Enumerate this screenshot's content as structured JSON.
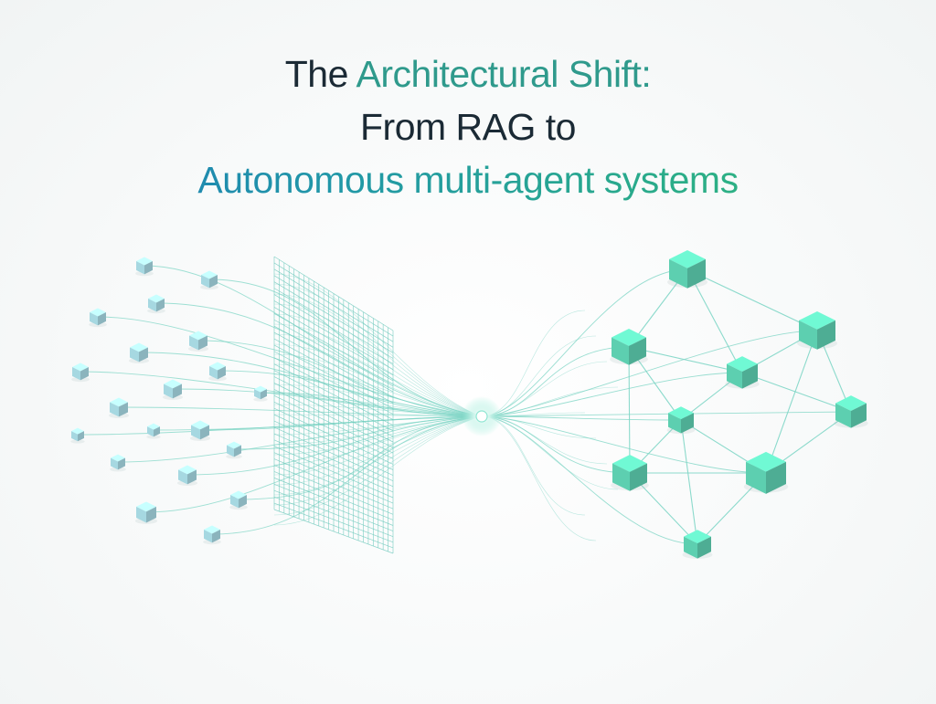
{
  "title": {
    "line1_prefix": "The",
    "line1_accent": "Architectural Shift:",
    "line2": "From RAG to",
    "line3": "Autonomous multi-agent systems"
  },
  "colors": {
    "title_dark": "#1b2a35",
    "title_accent": "#2f9a8c",
    "title_gradient_start": "#1f79b8",
    "title_gradient_end": "#34bd78",
    "left_cube": "#a9dce6",
    "right_cube": "#5fd3b4",
    "grid_line": "#6fc9bd",
    "flow_line": "#7fd6c6"
  }
}
